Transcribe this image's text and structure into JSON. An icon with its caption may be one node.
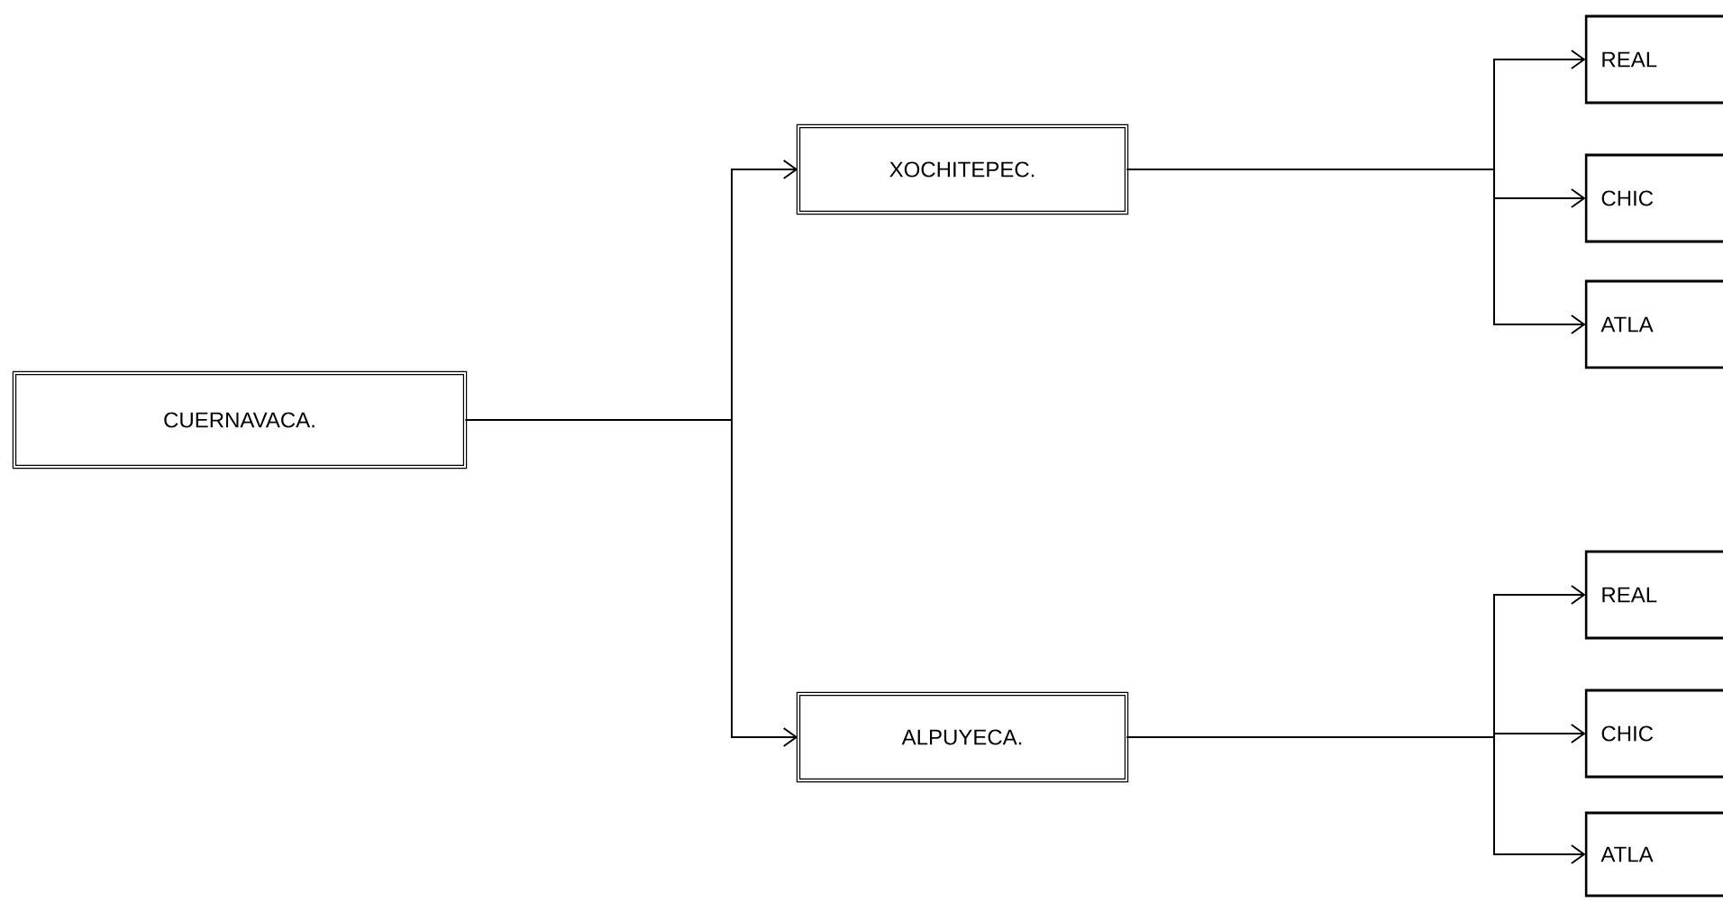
{
  "diagram": {
    "nodes": [
      {
        "text": [
          "CUERNAVACA."
        ]
      },
      {
        "text": [
          "XOCHITEPEC."
        ]
      },
      {
        "text": [
          "ALPUYECA."
        ]
      },
      {
        "text": [
          "REAL"
        ]
      },
      {
        "text": [
          "CHIC"
        ]
      },
      {
        "text": [
          "ATLA"
        ]
      },
      {
        "text": [
          "REAL"
        ]
      },
      {
        "text": [
          "CHIC"
        ]
      },
      {
        "text": [
          "ATLA"
        ]
      }
    ],
    "edges": [
      {
        "from": 0,
        "to": 1,
        "arrow": "to"
      },
      {
        "from": 0,
        "to": 2,
        "arrow": "to"
      },
      {
        "from": 1,
        "to": 3,
        "arrow": "to"
      },
      {
        "from": 1,
        "to": 4,
        "arrow": "to"
      },
      {
        "from": 1,
        "to": 5,
        "arrow": "to"
      },
      {
        "from": 2,
        "to": 6,
        "arrow": "to"
      },
      {
        "from": 2,
        "to": 7,
        "arrow": "to"
      },
      {
        "from": 2,
        "to": 8,
        "arrow": "to"
      }
    ]
  }
}
